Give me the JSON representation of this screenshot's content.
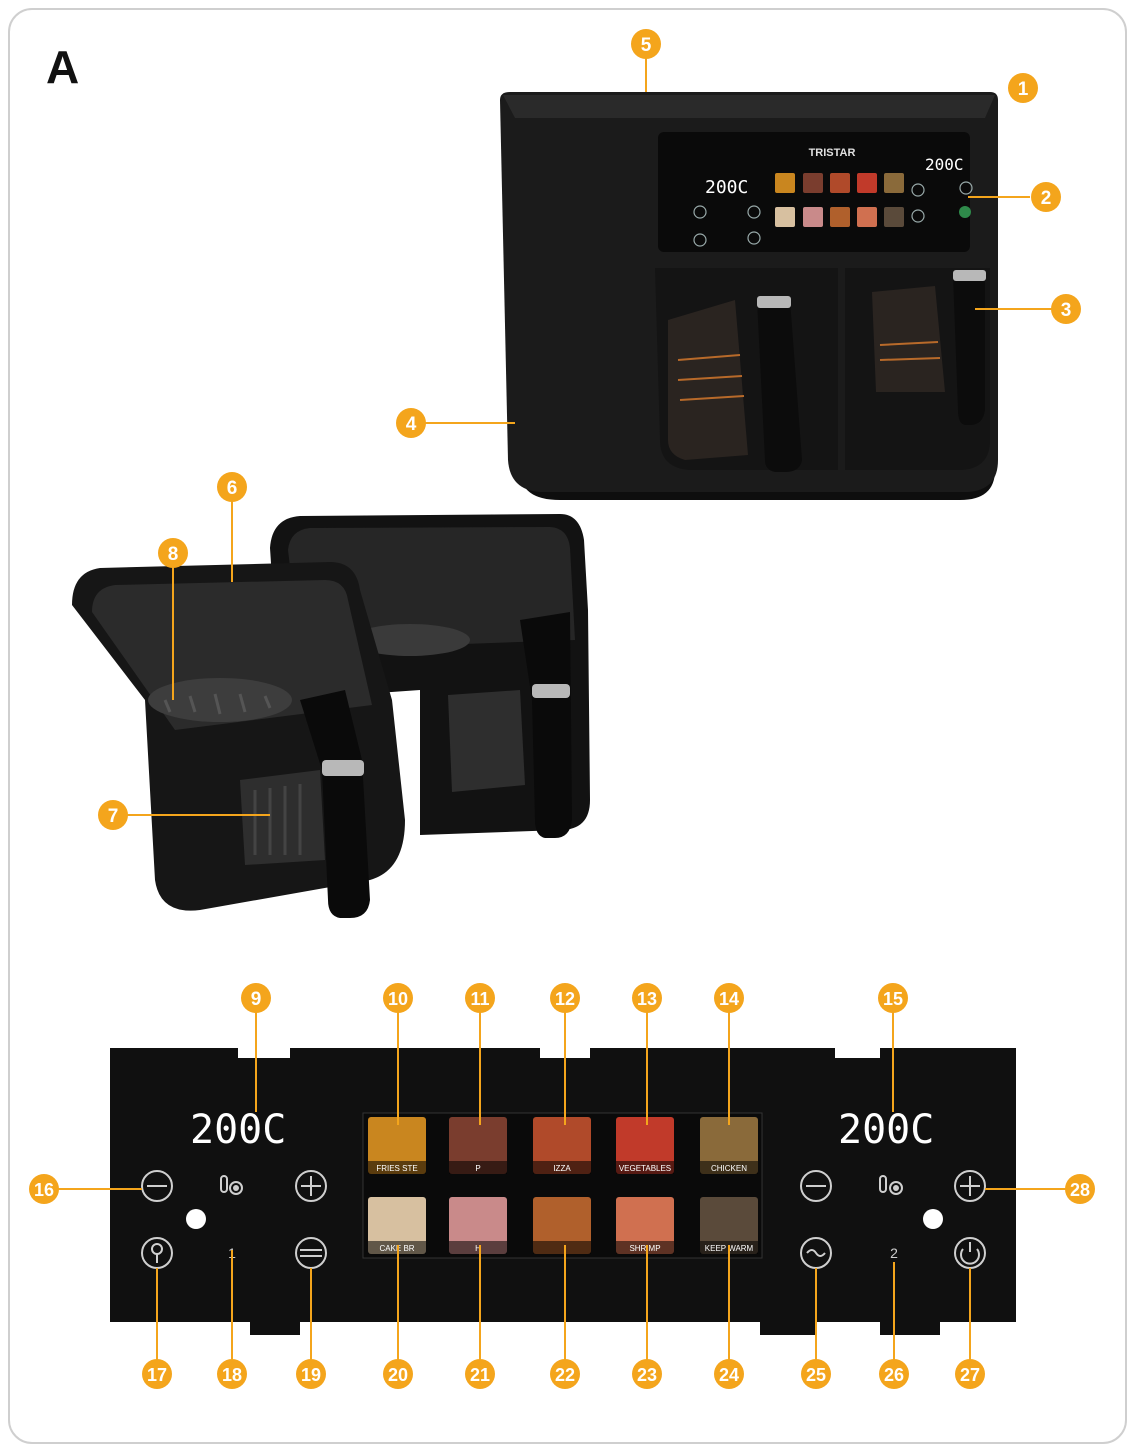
{
  "figure_label": "A",
  "brand": "TRISTAR",
  "colors": {
    "callout": "#f4a51c",
    "panel": "#101010",
    "device": "#1a1a1a",
    "screen": "#0b0b0b"
  },
  "panel": {
    "left_display": "200C",
    "right_display": "200C",
    "left_zone_number": "1",
    "right_zone_number": "2",
    "icons": {
      "minus": "minus-circle-icon",
      "plus": "plus-circle-icon",
      "temp_timer": "thermometer-timer-icon",
      "light": "light-bulb-icon",
      "sync": "sync-icon",
      "shake": "shake-icon",
      "power": "power-icon"
    },
    "tiles_top": [
      "FRIES STE",
      "P",
      "IZZA",
      "VEGETABLES",
      "CHICKEN"
    ],
    "tiles_bottom": [
      "CAKE BR",
      "H",
      "",
      "SHRIMP",
      "KEEP WARM"
    ],
    "tile_colors_top": [
      "#c9861f",
      "#7a3d2e",
      "#b04a2a",
      "#c13a2a",
      "#8a6a3a"
    ],
    "tile_colors_bottom": [
      "#d7c0a0",
      "#c98a8a",
      "#b0602c",
      "#d07050",
      "#5a4a3a"
    ]
  },
  "callouts": {
    "c1": "1",
    "c2": "2",
    "c3": "3",
    "c4": "4",
    "c5": "5",
    "c6": "6",
    "c7": "7",
    "c8": "8",
    "c9": "9",
    "c10": "10",
    "c11": "11",
    "c12": "12",
    "c13": "13",
    "c14": "14",
    "c15": "15",
    "c16": "16",
    "c17": "17",
    "c18": "18",
    "c19": "19",
    "c20": "20",
    "c21": "21",
    "c22": "22",
    "c23": "23",
    "c24": "24",
    "c25": "25",
    "c26": "26",
    "c27": "27",
    "c28": "28"
  }
}
